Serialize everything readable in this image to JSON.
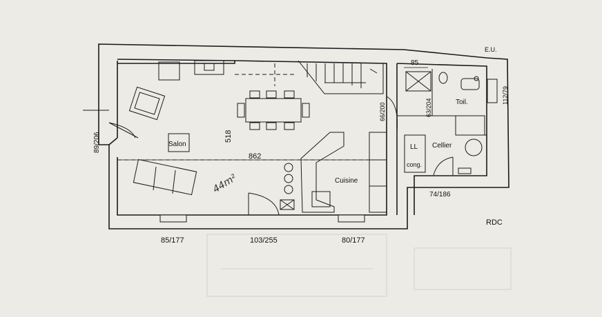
{
  "rooms": {
    "salon": "Salon",
    "cuisine": "Cuisine",
    "cellier": "Cellier",
    "toilet": "Toil.",
    "laundry": "LL",
    "freezer": "cong.",
    "level": "RDC",
    "eu": "E.U."
  },
  "dimensions": {
    "width_total": "862",
    "depth_living": "518",
    "entry_window": "89/206",
    "salon_window": "85/177",
    "front_door": "103/255",
    "kitchen_window": "80/177",
    "kitchen_door": "66/200",
    "toilet_door": "63/204",
    "storage_width": "85",
    "cellier_window": "74/186",
    "toilet_window": "112/79"
  },
  "annotations": {
    "handwritten": "44m²"
  },
  "colors": {
    "paper": "#ecebe6",
    "ink": "#1a1a1a"
  }
}
